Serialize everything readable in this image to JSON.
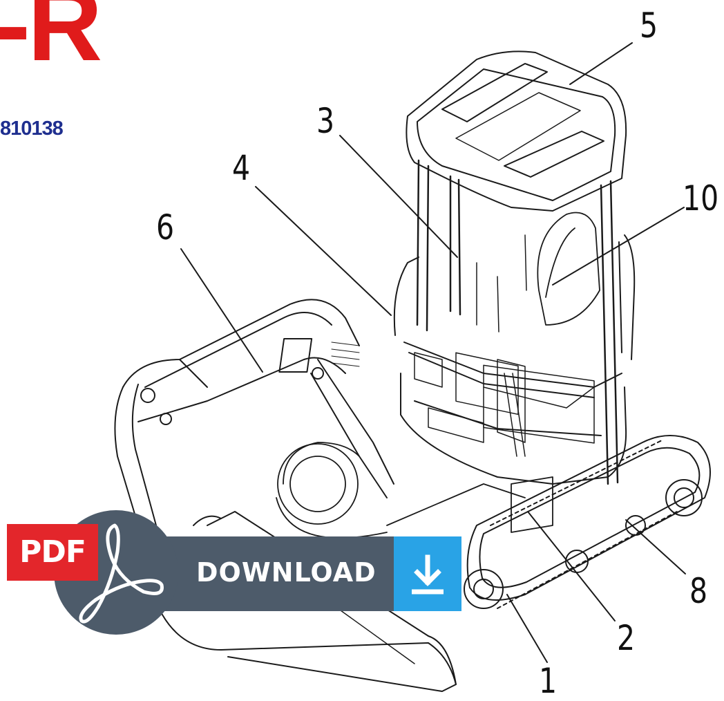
{
  "header": {
    "title_fragment": "-R",
    "serial_fragment": "810138",
    "title_color": "#e01b1b",
    "serial_color": "#1f2f8f"
  },
  "diagram": {
    "callouts": [
      {
        "id": "5",
        "label": "5"
      },
      {
        "id": "3",
        "label": "3"
      },
      {
        "id": "4",
        "label": "4"
      },
      {
        "id": "6",
        "label": "6"
      },
      {
        "id": "10",
        "label": "10"
      },
      {
        "id": "8",
        "label": "8"
      },
      {
        "id": "2",
        "label": "2"
      },
      {
        "id": "1",
        "label": "1"
      }
    ]
  },
  "banner": {
    "pdf_label": "PDF",
    "download_label": "DOWNLOAD",
    "pdf_badge_color": "#e3262b",
    "bar_color": "#4d5b6a",
    "button_color": "#29a3e6",
    "text_color": "#ffffff",
    "icons": [
      "acrobat-icon",
      "download-arrow-icon"
    ]
  }
}
